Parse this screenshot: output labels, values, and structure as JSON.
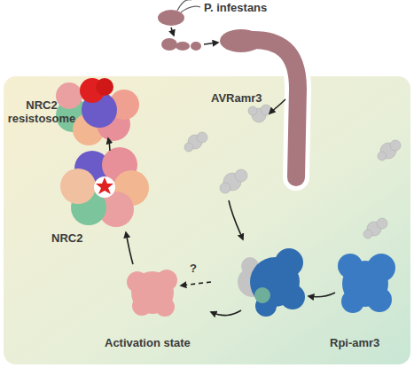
{
  "diagram": {
    "labels": [
      "P. infestans",
      "NRC2 resistosome",
      "AVRamr3",
      "NRC2",
      "Activation state",
      "?",
      "Rpi-amr3"
    ]
  }
}
